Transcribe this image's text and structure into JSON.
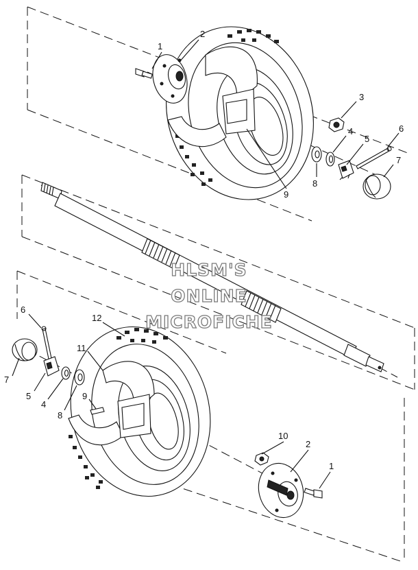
{
  "watermark": {
    "line1": "HLSM'S",
    "line2": "ONLINE",
    "line3": "MICROFICHE"
  },
  "callouts": {
    "top": {
      "n1": "1",
      "n2": "2",
      "n3": "3",
      "n4": "4",
      "n5": "5",
      "n6": "6",
      "n7": "7",
      "n8": "8",
      "n9": "9"
    },
    "bottom": {
      "n6": "6",
      "n7": "7",
      "n5": "5",
      "n4": "4",
      "n8": "8",
      "n12": "12",
      "n11": "11",
      "n9": "9",
      "n10": "10",
      "n2": "2",
      "n1": "1"
    }
  }
}
